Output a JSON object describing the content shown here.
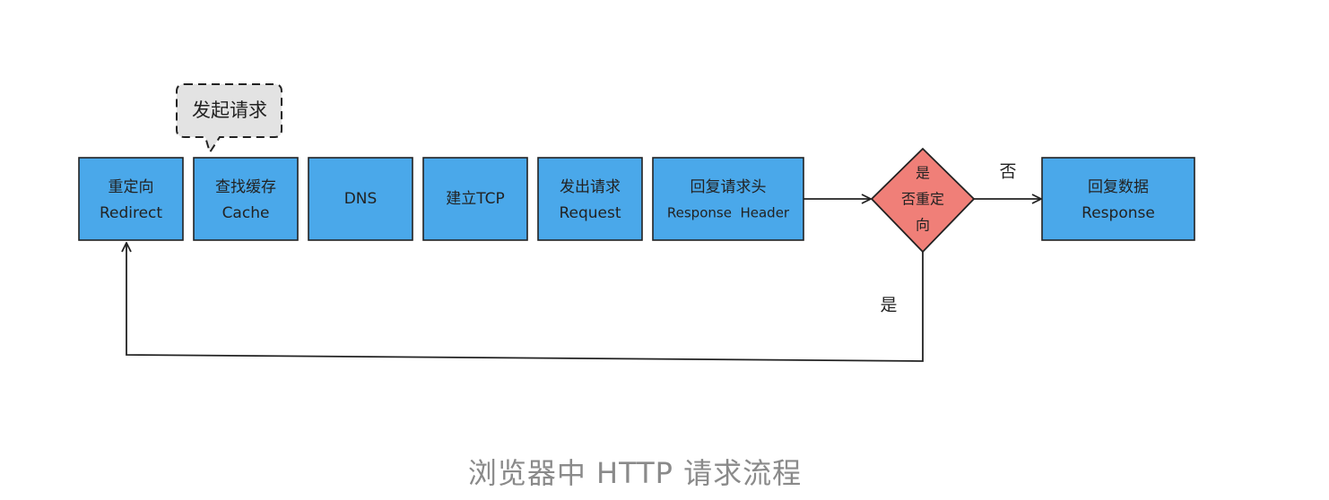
{
  "callout": {
    "text": "发起请求"
  },
  "steps": [
    {
      "line1": "重定向",
      "line2": "Redirect"
    },
    {
      "line1": "查找缓存",
      "line2": "Cache"
    },
    {
      "line1": "DNS",
      "line2": ""
    },
    {
      "line1": "建立TCP",
      "line2": ""
    },
    {
      "line1": "发出请求",
      "line2": "Request"
    },
    {
      "line1": "回复请求头",
      "line2": "Response  Header"
    }
  ],
  "decision": {
    "line1": "是",
    "line2": "否重定",
    "line3": "向"
  },
  "edges": {
    "no_label": "否",
    "yes_label": "是"
  },
  "final_step": {
    "line1": "回复数据",
    "line2": "Response"
  },
  "caption": "浏览器中 HTTP 请求流程",
  "colors": {
    "box_fill": "#4aa8ea",
    "decision_fill": "#f07f78",
    "callout_fill": "#e3e3e3",
    "caption_text": "#8a8a8a"
  }
}
